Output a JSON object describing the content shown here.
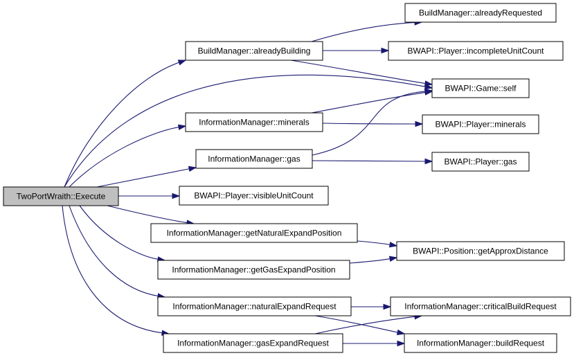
{
  "diagram": {
    "edge_color": "#191970",
    "root_fill": "#bfbfbf",
    "nodes": {
      "execute": "TwoPortWraith::Execute",
      "already_building": "BuildManager::alreadyBuilding",
      "already_requested": "BuildManager::alreadyRequested",
      "incomplete_unit_count": "BWAPI::Player::incompleteUnitCount",
      "game_self": "BWAPI::Game::self",
      "info_minerals": "InformationManager::minerals",
      "player_minerals": "BWAPI::Player::minerals",
      "info_gas": "InformationManager::gas",
      "player_gas": "BWAPI::Player::gas",
      "visible_unit_count": "BWAPI::Player::visibleUnitCount",
      "natural_expand_position": "InformationManager::getNaturalExpandPosition",
      "approx_distance": "BWAPI::Position::getApproxDistance",
      "gas_expand_position": "InformationManager::getGasExpandPosition",
      "natural_expand_request": "InformationManager::naturalExpandRequest",
      "critical_build_request": "InformationManager::criticalBuildRequest",
      "gas_expand_request": "InformationManager::gasExpandRequest",
      "build_request": "InformationManager::buildRequest"
    },
    "edges": [
      [
        "execute",
        "already_building"
      ],
      [
        "execute",
        "game_self"
      ],
      [
        "execute",
        "info_minerals"
      ],
      [
        "execute",
        "info_gas"
      ],
      [
        "execute",
        "visible_unit_count"
      ],
      [
        "execute",
        "natural_expand_position"
      ],
      [
        "execute",
        "gas_expand_position"
      ],
      [
        "execute",
        "natural_expand_request"
      ],
      [
        "execute",
        "gas_expand_request"
      ],
      [
        "already_building",
        "already_requested"
      ],
      [
        "already_building",
        "incomplete_unit_count"
      ],
      [
        "already_building",
        "game_self"
      ],
      [
        "info_minerals",
        "game_self"
      ],
      [
        "info_minerals",
        "player_minerals"
      ],
      [
        "info_gas",
        "game_self"
      ],
      [
        "info_gas",
        "player_gas"
      ],
      [
        "natural_expand_position",
        "approx_distance"
      ],
      [
        "gas_expand_position",
        "approx_distance"
      ],
      [
        "natural_expand_request",
        "critical_build_request"
      ],
      [
        "natural_expand_request",
        "build_request"
      ],
      [
        "gas_expand_request",
        "critical_build_request"
      ],
      [
        "gas_expand_request",
        "build_request"
      ]
    ]
  }
}
